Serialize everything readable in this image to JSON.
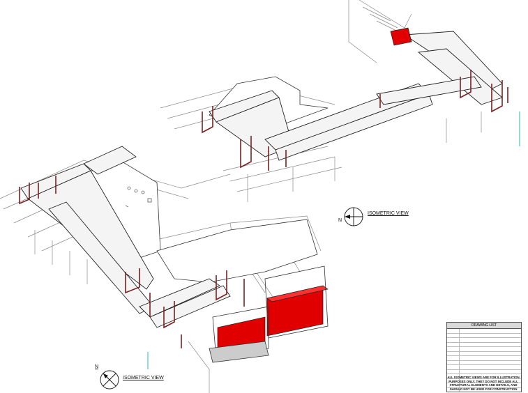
{
  "views": [
    {
      "label": "ISOMETRIC VIEW",
      "compass_letter": "N"
    },
    {
      "label": "ISOMETRIC VIEW",
      "compass_letter": "N"
    }
  ],
  "drawing_list": {
    "title": "DRAWING LIST",
    "rows": [
      {
        "number": "",
        "title": ""
      },
      {
        "number": "",
        "title": ""
      },
      {
        "number": "",
        "title": ""
      },
      {
        "number": "",
        "title": ""
      },
      {
        "number": "",
        "title": ""
      },
      {
        "number": "",
        "title": ""
      },
      {
        "number": "",
        "title": ""
      },
      {
        "number": "",
        "title": ""
      },
      {
        "number": "",
        "title": ""
      },
      {
        "number": "",
        "title": ""
      },
      {
        "number": "",
        "title": ""
      },
      {
        "number": "",
        "title": ""
      },
      {
        "number": "",
        "title": ""
      },
      {
        "number": "",
        "title": ""
      }
    ]
  },
  "disclaimer": {
    "lines": [
      "ALL ISOMETRIC VIEWS ARE FOR ILLUSTRATION",
      "PURPOSES ONLY. THEY DO NOT INCLUDE ALL",
      "STRUCTURAL ELEMENTS AND DETAILS, AND",
      "SHOULD NOT BE USED FOR CONSTRUCTION"
    ]
  },
  "colors": {
    "line": "#444444",
    "steel": "#7a1f1f",
    "equipment_red": "#e00000",
    "outline": "#222222",
    "cyan_pipe": "#66cccc"
  }
}
